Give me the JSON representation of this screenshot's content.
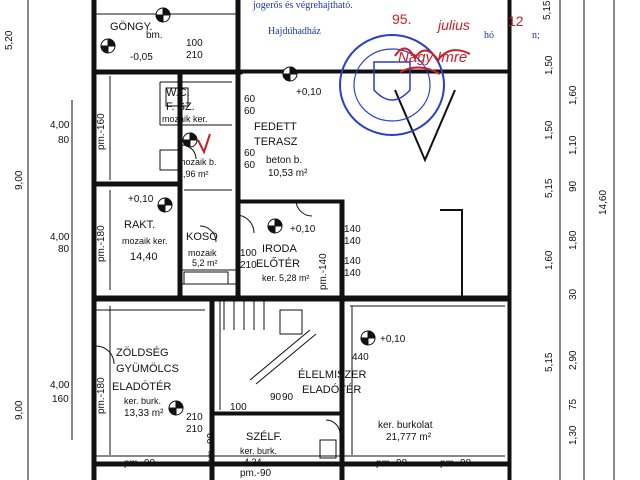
{
  "colors": {
    "line": "#111111",
    "stamp_blue": "#2a3fc9",
    "ink_red": "#c8202a",
    "stamp_text": "#1d36a8"
  },
  "stamp": {
    "line1": "jogerős és végrehajtható.",
    "city": "Hajdúhadház",
    "year": "95.",
    "month": "julius",
    "day": "12",
    "ho": "hó",
    "n": "n;",
    "signature": "Nagy Imre"
  },
  "rooms": {
    "gongy": "GÖNGY.",
    "wc": "W.C.",
    "fsz": "F. SZ.",
    "fsz_floor": "mozaik ker.",
    "fsz_small": "mozaik b.",
    "fsz_area": "1,96 m²",
    "terasz1": "FEDETT",
    "terasz2": "TERASZ",
    "terasz_floor": "beton b.",
    "terasz_area": "10,53 m²",
    "rakt": "RAKT.",
    "rakt_floor": "mozaik ker.",
    "rakt_area": "14,40",
    "koso": "KOSO",
    "koso_floor": "mozaik",
    "koso_area": "5,2 m²",
    "iroda": "IRODA",
    "iroda_eloter": "ELŐTÉR",
    "iroda_floor": "ker. 5,28 m²",
    "zold1": "ZÖLDSÉG",
    "zold2": "GYÜMÖLCS",
    "zold3": "ELADÓTÉR",
    "zold_floor": "ker. burk.",
    "zold_area": "13,33 m²",
    "elel1": "ÉLELMISZER",
    "elel2": "ELADÓTÉR",
    "elel_floor": "ker. burkolat",
    "elel_area": "21,777 m²",
    "szelf": "SZÉLF.",
    "szelf_floor": "ker. burk.",
    "szelf_area": "4,34"
  },
  "dims": {
    "left_520": "5,20",
    "left_900a": "9,00",
    "left_900b": "9,00",
    "left_400a": "4,00",
    "left_80a": "80",
    "left_400b": "4,00",
    "left_80b": "80",
    "left_400c": "4,00",
    "left_160": "160",
    "r_515a": "5,15",
    "r_150a": "1,50",
    "r_160a": "1,60",
    "r_150b": "1,50",
    "r_515b": "5,15",
    "r_1460": "14,60",
    "r_160b": "1,60",
    "r_515c": "5,15",
    "r_290": "2,90",
    "r_130": "1,30",
    "r_180": "1,80",
    "r_110": "1,10",
    "r_90a": "90",
    "r_30": "30",
    "r_75": "75",
    "lvl_a": "+0,10",
    "lvl_b": "+0,10",
    "lvl_c": "+0,10",
    "lvl_d": "+0,10",
    "lvl_e": "-0,05",
    "w60a": "60",
    "w60b": "60",
    "w60c": "60",
    "w60d": "60",
    "w100a": "100",
    "w210a": "210",
    "w140a": "140",
    "w140b": "140",
    "w140c": "140",
    "w140d": "140",
    "w100b": "100",
    "w210b": "210",
    "w440": "440",
    "pm90a": "pm.-90",
    "pm90b": "pm.-90",
    "pm90c": "pm.-90",
    "pm90d": "pm.-90",
    "pm160": "pm.-160",
    "pm180": "pm.-180",
    "pm180b": "pm.-180",
    "pm90v": "pm.-90",
    "pm140": "pm.-140",
    "bm": "bm.",
    "w90a": "90",
    "w90b": "90",
    "w210c": "210",
    "w210d": "210",
    "w100c": "100"
  }
}
